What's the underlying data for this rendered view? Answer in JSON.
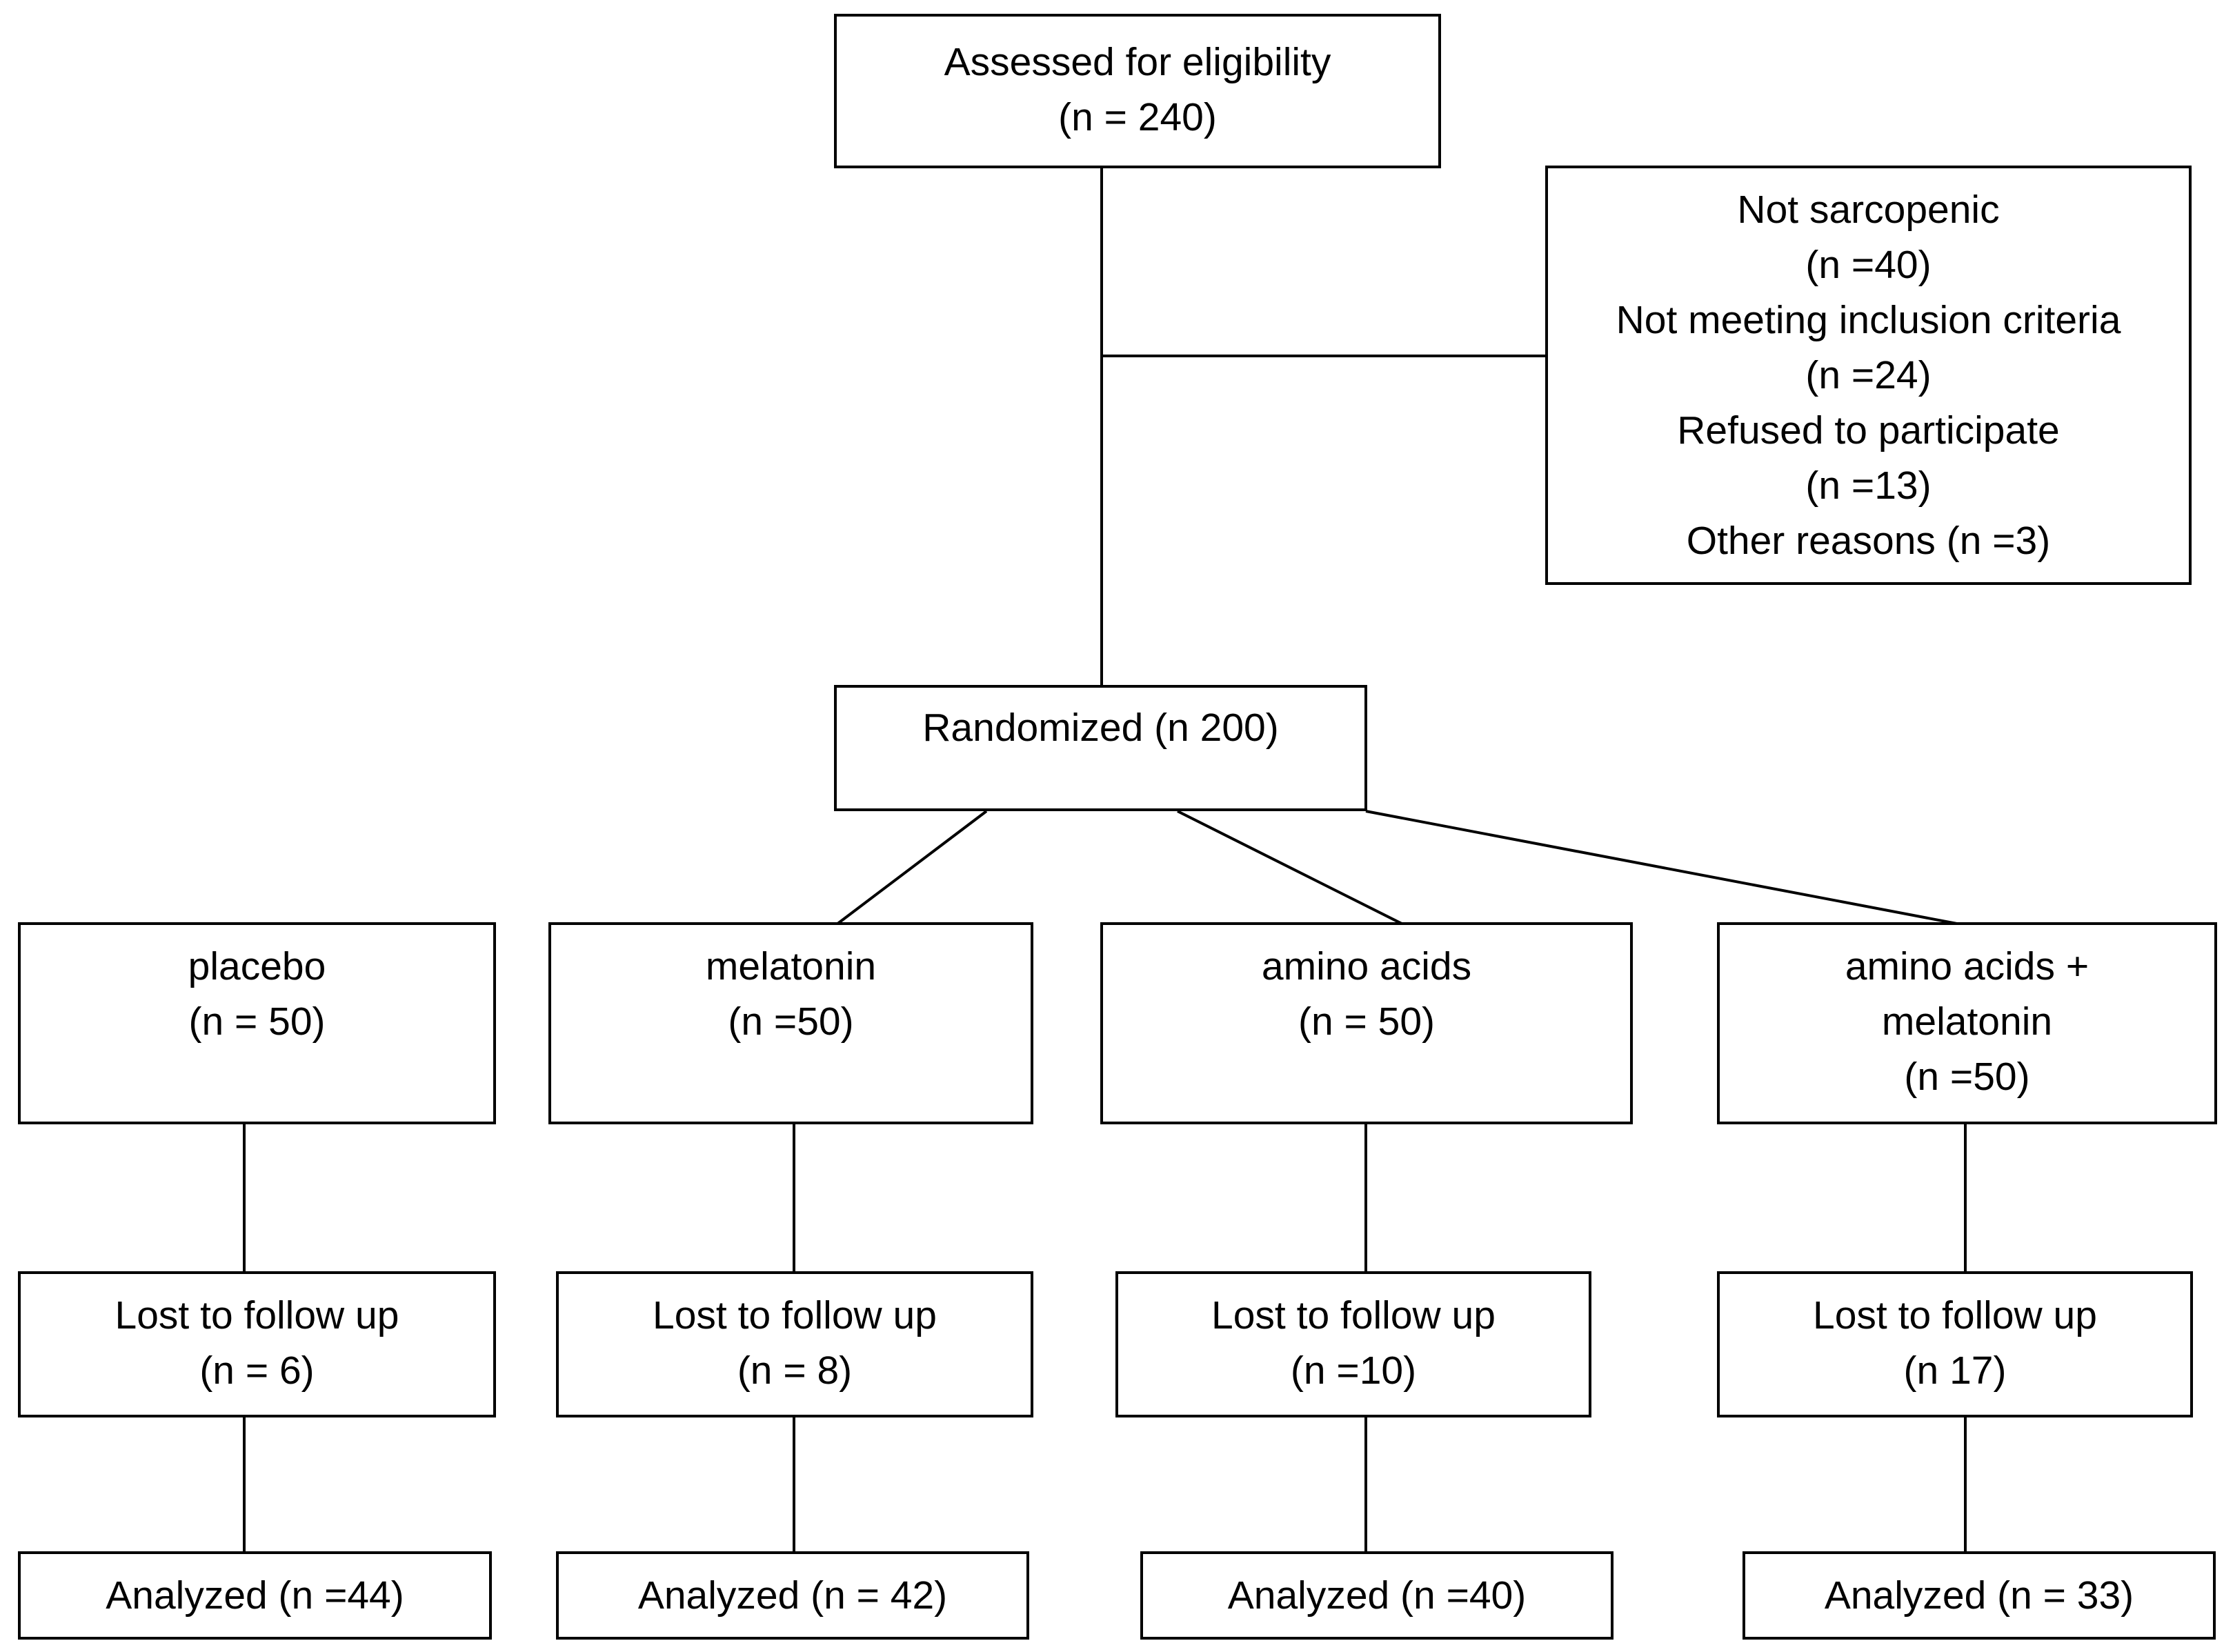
{
  "top": {
    "line1": "Assessed for eligibility",
    "line2": "(n = 240)"
  },
  "exclusion": {
    "lines": [
      "Not sarcopenic",
      "(n =40)",
      "Not meeting inclusion criteria",
      "(n =24)",
      "Refused to participate",
      "(n =13)",
      "Other reasons (n =3)"
    ]
  },
  "randomized": {
    "label": "Randomized (n 200)"
  },
  "arms": [
    {
      "name": "placebo",
      "n": "(n = 50)",
      "lost_label": "Lost to follow up",
      "lost_n": "(n = 6)",
      "analyzed": "Analyzed (n =44)"
    },
    {
      "name": "melatonin",
      "n": "(n =50)",
      "lost_label": "Lost to follow up",
      "lost_n": "(n = 8)",
      "analyzed": "Analyzed (n = 42)"
    },
    {
      "name": "amino acids",
      "n": "(n = 50)",
      "lost_label": "Lost to follow up",
      "lost_n": "(n =10)",
      "analyzed": "Analyzed (n =40)"
    },
    {
      "name": "amino acids +",
      "name2": "melatonin",
      "n": "(n =50)",
      "lost_label": "Lost to follow up",
      "lost_n": "(n 17)",
      "analyzed": "Analyzed (n = 33)"
    }
  ]
}
